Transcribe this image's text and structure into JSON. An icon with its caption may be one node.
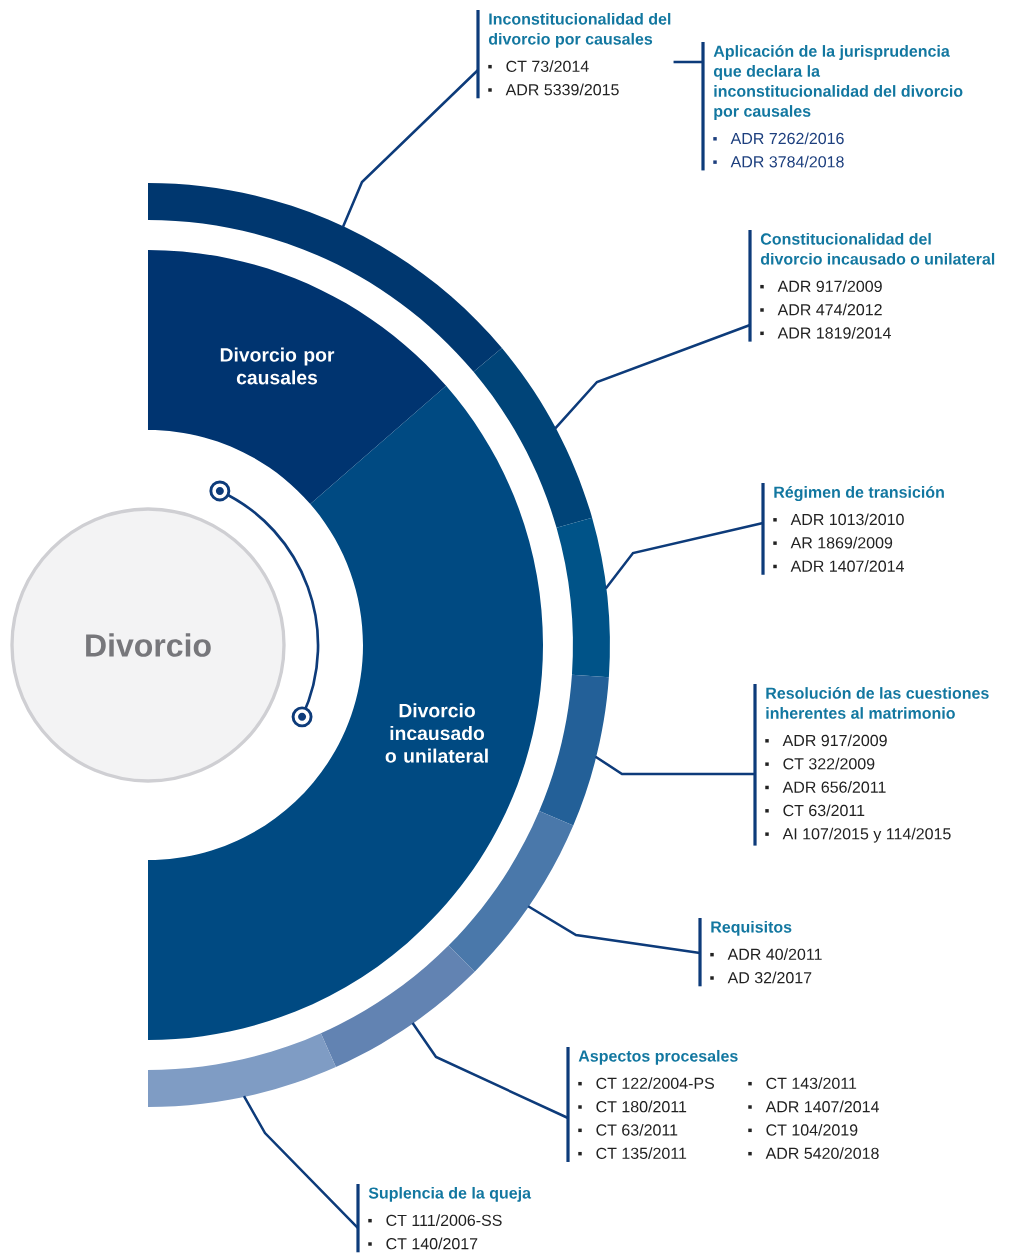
{
  "diagram": {
    "nodes": [
      {
        "text": [
          "Divorcio"
        ]
      },
      {
        "text": [
          "Divorcio por causales"
        ]
      },
      {
        "text": [
          "Divorcio incausado o unilateral"
        ]
      },
      {
        "text": [],
        "shape": "arc"
      },
      {
        "text": [],
        "shape": "arc"
      },
      {
        "text": [],
        "shape": "arc"
      },
      {
        "text": [],
        "shape": "arc"
      },
      {
        "text": [],
        "shape": "arc"
      },
      {
        "text": [],
        "shape": "arc"
      },
      {
        "text": [],
        "shape": "arc"
      },
      {
        "text": [
          "Inconstitucionalidad del divorcio por causales",
          "CT 73/2014",
          "ADR 5339/2015"
        ]
      },
      {
        "text": [
          "Aplicación de la jurisprudencia que declara la inconstitucionalidad del divorcio por causales",
          "ADR 7262/2016",
          "ADR 3784/2018"
        ]
      },
      {
        "text": [
          "Constitucionalidad del divorcio incausado o unilateral",
          "ADR 917/2009",
          "ADR 474/2012",
          "ADR 1819/2014"
        ]
      },
      {
        "text": [
          "Régimen de transición",
          "ADR 1013/2010",
          "AR 1869/2009",
          "ADR 1407/2014"
        ]
      },
      {
        "text": [
          "Resolución de las cuestiones inherentes al matrimonio",
          "ADR 917/2009",
          "CT 322/2009",
          "ADR 656/2011",
          "CT 63/2011",
          "AI 107/2015 y 114/2015"
        ]
      },
      {
        "text": [
          "Requisitos",
          "ADR 40/2011",
          "AD 32/2017"
        ]
      },
      {
        "text": [
          "Aspectos procesales",
          "CT 122/2004-PS",
          "CT 180/2011",
          "CT 63/2011",
          "CT 135/2011",
          "CT 143/2011",
          "ADR 1407/2014",
          "CT 104/2019",
          "ADR 5420/2018"
        ]
      },
      {
        "text": [
          "Suplencia de la queja",
          "CT 111/2006-SS",
          "CT 140/2017"
        ]
      }
    ],
    "edges": [
      {
        "from": 3,
        "to": 10,
        "arrow": "none"
      },
      {
        "from": 10,
        "to": 11,
        "arrow": "none"
      },
      {
        "from": 4,
        "to": 12,
        "arrow": "none"
      },
      {
        "from": 5,
        "to": 13,
        "arrow": "none"
      },
      {
        "from": 6,
        "to": 14,
        "arrow": "none"
      },
      {
        "from": 7,
        "to": 15,
        "arrow": "none"
      },
      {
        "from": 8,
        "to": 16,
        "arrow": "none"
      },
      {
        "from": 9,
        "to": 17,
        "arrow": "none"
      }
    ]
  }
}
